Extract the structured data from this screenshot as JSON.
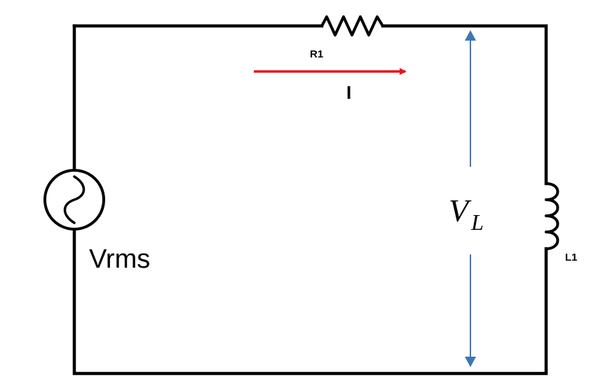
{
  "components": {
    "resistor": {
      "label": "R1"
    },
    "inductor": {
      "label": "L1"
    },
    "source": {
      "label": "Vrms"
    }
  },
  "current": {
    "label": "I"
  },
  "voltage": {
    "symbol": "V",
    "subscript": "L"
  },
  "colors": {
    "wire": "#000000",
    "current_arrow": "#e8141b",
    "voltage_arrow": "#3b78b5"
  }
}
